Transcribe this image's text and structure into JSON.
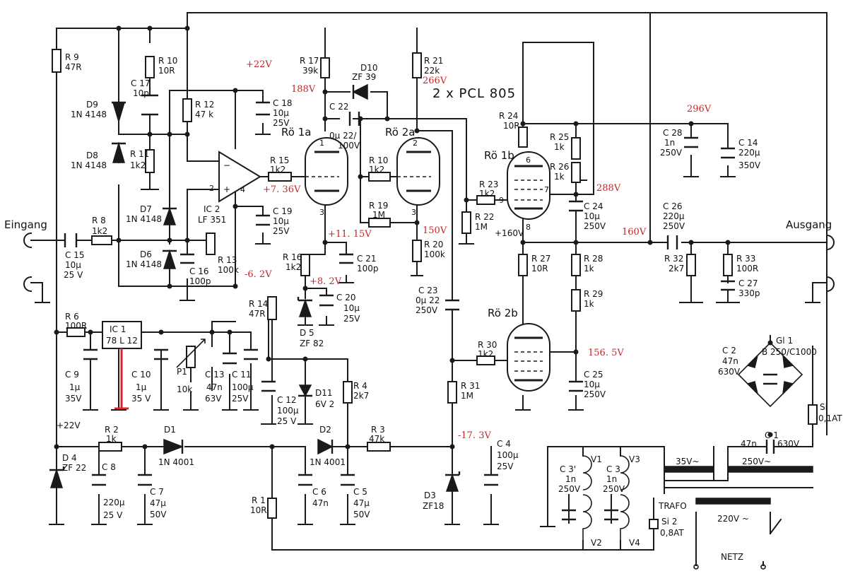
{
  "title": "2 x PCL 805",
  "io": {
    "input": "Eingang",
    "output": "Ausgang",
    "mains": "NETZ",
    "transformer": "TRAFO"
  },
  "resistors": {
    "R1": [
      "R 1",
      "10R"
    ],
    "R2": [
      "R 2",
      "1k"
    ],
    "R3": [
      "R 3",
      "47k"
    ],
    "R4": [
      "R 4",
      "2k7"
    ],
    "R6": [
      "R 6",
      "100R"
    ],
    "R8": [
      "R 8",
      "1k2"
    ],
    "R9": [
      "R 9",
      "47R"
    ],
    "R10": [
      "R 10",
      "10R"
    ],
    "R11": [
      "R 11",
      "1k2"
    ],
    "R12": [
      "R 12",
      "47 k"
    ],
    "R13": [
      "R 13",
      "100k"
    ],
    "R14": [
      "R 14",
      "47R"
    ],
    "R15": [
      "R 15",
      "1k2"
    ],
    "R16": [
      "R 16",
      "1k2"
    ],
    "R17": [
      "R 17",
      "39k"
    ],
    "R10b": [
      "R 10",
      "1k2"
    ],
    "R19": [
      "R 19",
      "1M"
    ],
    "R20": [
      "R 20",
      "100k"
    ],
    "R21": [
      "R 21",
      "22k"
    ],
    "R22": [
      "R 22",
      "1M"
    ],
    "R23": [
      "R 23",
      "1k2"
    ],
    "R24": [
      "R 24",
      "10R"
    ],
    "R25": [
      "R 25",
      "1k"
    ],
    "R26": [
      "R 26",
      "1k"
    ],
    "R27": [
      "R 27",
      "10R"
    ],
    "R28": [
      "R 28",
      "1k"
    ],
    "R29": [
      "R 29",
      "1k"
    ],
    "R30": [
      "R 30",
      "1k2"
    ],
    "R31": [
      "R 31",
      "1M"
    ],
    "R32": [
      "R 32",
      "2k7"
    ],
    "R33": [
      "R 33",
      "100R"
    ],
    "P1": [
      "P1",
      "10k"
    ]
  },
  "capacitors": {
    "C1": [
      "C 1",
      "47n",
      "630V"
    ],
    "C2": [
      "C 2",
      "47n",
      "630V"
    ],
    "C3": [
      "C 3",
      "1n",
      "250V"
    ],
    "C3p": [
      "C 3'",
      "1n",
      "250V"
    ],
    "C4": [
      "C 4",
      "100µ",
      "25V"
    ],
    "C5": [
      "C 5",
      "47µ",
      "50V"
    ],
    "C6": [
      "C 6",
      "47n",
      ""
    ],
    "C7": [
      "C 7",
      "47µ",
      "50V"
    ],
    "C8": [
      "C 8",
      "220µ",
      "25 V"
    ],
    "C9": [
      "C 9",
      "1µ",
      "35V"
    ],
    "C10": [
      "C 10",
      "1µ",
      "35 V"
    ],
    "C11": [
      "C 11",
      "100µ",
      "25V"
    ],
    "C12": [
      "C 12",
      "100µ",
      "25 V"
    ],
    "C13": [
      "C 13",
      "47n",
      "63V"
    ],
    "C14": [
      "C 14",
      "220µ",
      "350V"
    ],
    "C15": [
      "C 15",
      "10µ",
      "25 V"
    ],
    "C16": [
      "C 16",
      "100p",
      ""
    ],
    "C17": [
      "C 17",
      "10p",
      ""
    ],
    "C18": [
      "C 18",
      "10µ",
      "25V"
    ],
    "C19": [
      "C 19",
      "10µ",
      "25V"
    ],
    "C20": [
      "C 20",
      "10µ",
      "25V"
    ],
    "C21": [
      "C 21",
      "100p",
      ""
    ],
    "C22": [
      "C 22",
      "0µ 22/",
      "100V"
    ],
    "C23": [
      "C 23",
      "0µ 22",
      "250V"
    ],
    "C24": [
      "C 24",
      "10µ",
      "250V"
    ],
    "C25": [
      "C 25",
      "10µ",
      "250V"
    ],
    "C26": [
      "C 26",
      "220µ",
      "250V"
    ],
    "C27": [
      "C 27",
      "330p",
      ""
    ],
    "C28": [
      "C 28",
      "1n",
      "250V"
    ]
  },
  "diodes": {
    "D1": [
      "D1",
      "1N 4001"
    ],
    "D2": [
      "D2",
      "1N 4001"
    ],
    "D3": [
      "D3",
      "ZF18"
    ],
    "D4": [
      "D 4",
      "ZF 22"
    ],
    "D5": [
      "D 5",
      "ZF 82"
    ],
    "D6": [
      "D6",
      "1N 4148"
    ],
    "D7": [
      "D7",
      "1N 4148"
    ],
    "D8": [
      "D8",
      "1N 4148"
    ],
    "D9": [
      "D9",
      "1N 4148"
    ],
    "D10": [
      "D10",
      "ZF 39"
    ],
    "D11": [
      "D11",
      "6V 2"
    ]
  },
  "ics": {
    "IC1": [
      "IC 1",
      "78 L 12"
    ],
    "IC2": [
      "IC 2",
      "LF 351"
    ]
  },
  "tubes": {
    "Ro1a": "Rö 1a",
    "Ro2a": "Rö 2a",
    "Ro1b": "Rö 1b",
    "Ro2b": "Rö 2b"
  },
  "pins": [
    "1",
    "3",
    "2",
    "6",
    "7",
    "8",
    "9",
    "3",
    "2",
    "4"
  ],
  "bridge": [
    "Gl 1",
    "B 250/C1000"
  ],
  "fuses": {
    "Si": [
      "Si",
      "0,1AT"
    ],
    "Si2": [
      "Si 2",
      "0,8AT"
    ]
  },
  "chokes": [
    "V1",
    "V2",
    "V3",
    "V4"
  ],
  "windings": {
    "w35": "35V~",
    "w250": "250V~",
    "w220": "220V ~"
  },
  "rails": {
    "p22a": "+22V",
    "p22b": "+22V",
    "p160": "+160V"
  },
  "voltages": {
    "v22": "+22V",
    "v188": "188V",
    "v266": "266V",
    "v296": "296V",
    "v736": "+7. 36V",
    "v288": "288V",
    "v1115": "+11. 15V",
    "v150": "150V",
    "v160": "160V",
    "v62": "-6. 2V",
    "v82": "+8. 2V",
    "v1565": "156. 5V",
    "v173": "-17. 3V"
  },
  "colors": {
    "wire": "#1a1a1a",
    "annotation": "#c0282c",
    "highlight": "#e2222a"
  }
}
